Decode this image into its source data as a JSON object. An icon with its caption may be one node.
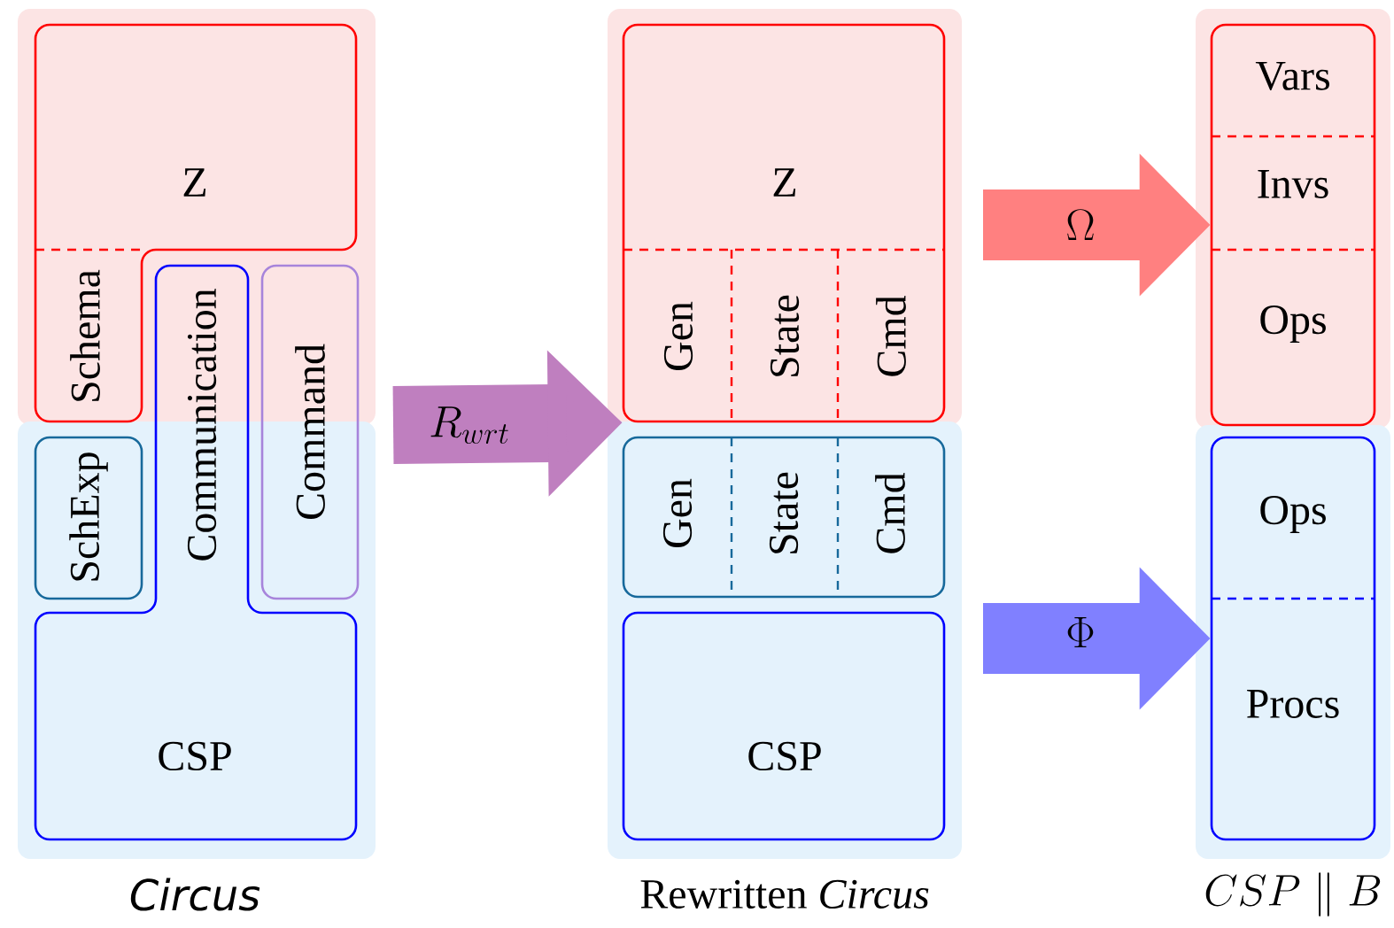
{
  "diagram": {
    "nodes": [
      {
        "text": [
          "Z"
        ]
      },
      {
        "text": [
          "Schema"
        ],
        "in": 0
      },
      {
        "text": [
          "Command"
        ]
      },
      {
        "text": [
          "SchExp"
        ]
      },
      {
        "text": [
          "CSP"
        ]
      },
      {
        "text": [
          "Communication"
        ],
        "in": 4
      },
      {
        "text": [
          "Z"
        ]
      },
      {
        "text": [
          "Gen"
        ],
        "in": 6
      },
      {
        "text": [
          "State"
        ],
        "in": 6
      },
      {
        "text": [
          "Cmd"
        ],
        "in": 6
      },
      {
        "text": [],
        "shape": "box"
      },
      {
        "text": [
          "Gen"
        ],
        "in": 10
      },
      {
        "text": [
          "State"
        ],
        "in": 10
      },
      {
        "text": [
          "Cmd"
        ],
        "in": 10
      },
      {
        "text": [
          "CSP"
        ]
      },
      {
        "text": [],
        "shape": "box"
      },
      {
        "text": [
          "Vars"
        ],
        "in": 15
      },
      {
        "text": [
          "Invs"
        ],
        "in": 15
      },
      {
        "text": [
          "Ops"
        ],
        "in": 15
      },
      {
        "text": [],
        "shape": "box"
      },
      {
        "text": [
          "Ops"
        ],
        "in": 19
      },
      {
        "text": [
          "Procs"
        ],
        "in": 19
      }
    ],
    "edges": [
      {
        "from": null,
        "to": 6,
        "arrow": "to",
        "label": "R_{wrt}",
        "color": "#bf7fbf"
      },
      {
        "from": null,
        "to": 15,
        "arrow": "to",
        "label": "\\Omega",
        "color": "#ff8080"
      },
      {
        "from": null,
        "to": 19,
        "arrow": "to",
        "label": "\\Phi",
        "color": "#8080ff"
      }
    ],
    "labels": [
      "Circus",
      "Rewritten *Circus*",
      "CSP \\parallel B"
    ]
  }
}
